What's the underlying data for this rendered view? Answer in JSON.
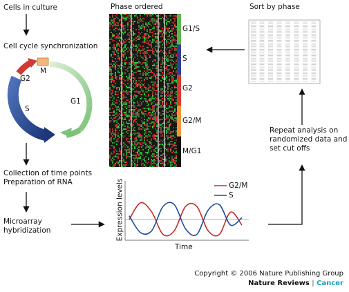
{
  "left_flow": {
    "cells_in_culture": "Cells in culture",
    "synchronization": "Cell cycle synchronization",
    "collection_line1": "Collection of time points",
    "collection_line2": "Preparation of RNA",
    "microarray_line1": "Microarray",
    "microarray_line2": "hybridization"
  },
  "cycle": {
    "phases": [
      "G1",
      "S",
      "G2",
      "M"
    ],
    "colors": {
      "G1": "#8fce8b",
      "S": "#2c4f97",
      "G2": "#cf3b33",
      "M": "#f4b57a"
    }
  },
  "heatmap": {
    "title": "Phase ordered",
    "phase_labels": [
      "G1/S",
      "S",
      "G2",
      "G2/M",
      "M/G1"
    ],
    "phase_colors": [
      "#5bb64e",
      "#2f3f92",
      "#d93a31",
      "#f09737",
      "#111111"
    ]
  },
  "sort": {
    "title": "Sort by phase"
  },
  "repeat": {
    "line1": "Repeat analysis on",
    "line2": "randomized data and",
    "line3": "set cut offs"
  },
  "chart_data": {
    "type": "line",
    "title": "",
    "xlabel": "Time",
    "ylabel": "Expression levels",
    "x": [
      0,
      1,
      2,
      3,
      4,
      5,
      6,
      7,
      8,
      9,
      10
    ],
    "series": [
      {
        "name": "G2/M",
        "color": "#c62b2b",
        "values": [
          0.0,
          0.9,
          0.4,
          -0.8,
          -0.6,
          0.7,
          0.7,
          -0.6,
          -0.8,
          0.4,
          -0.3
        ]
      },
      {
        "name": "S",
        "color": "#1f4b9c",
        "values": [
          0.2,
          -0.7,
          -0.6,
          0.7,
          0.8,
          -0.5,
          -0.8,
          0.5,
          0.8,
          -0.3,
          0.1
        ]
      }
    ],
    "legend": "top-right",
    "grid": false
  },
  "footer": {
    "copyright": "Copyright © 2006 Nature Publishing Group",
    "journal": "Nature Reviews",
    "separator": "|",
    "section": "Cancer"
  }
}
